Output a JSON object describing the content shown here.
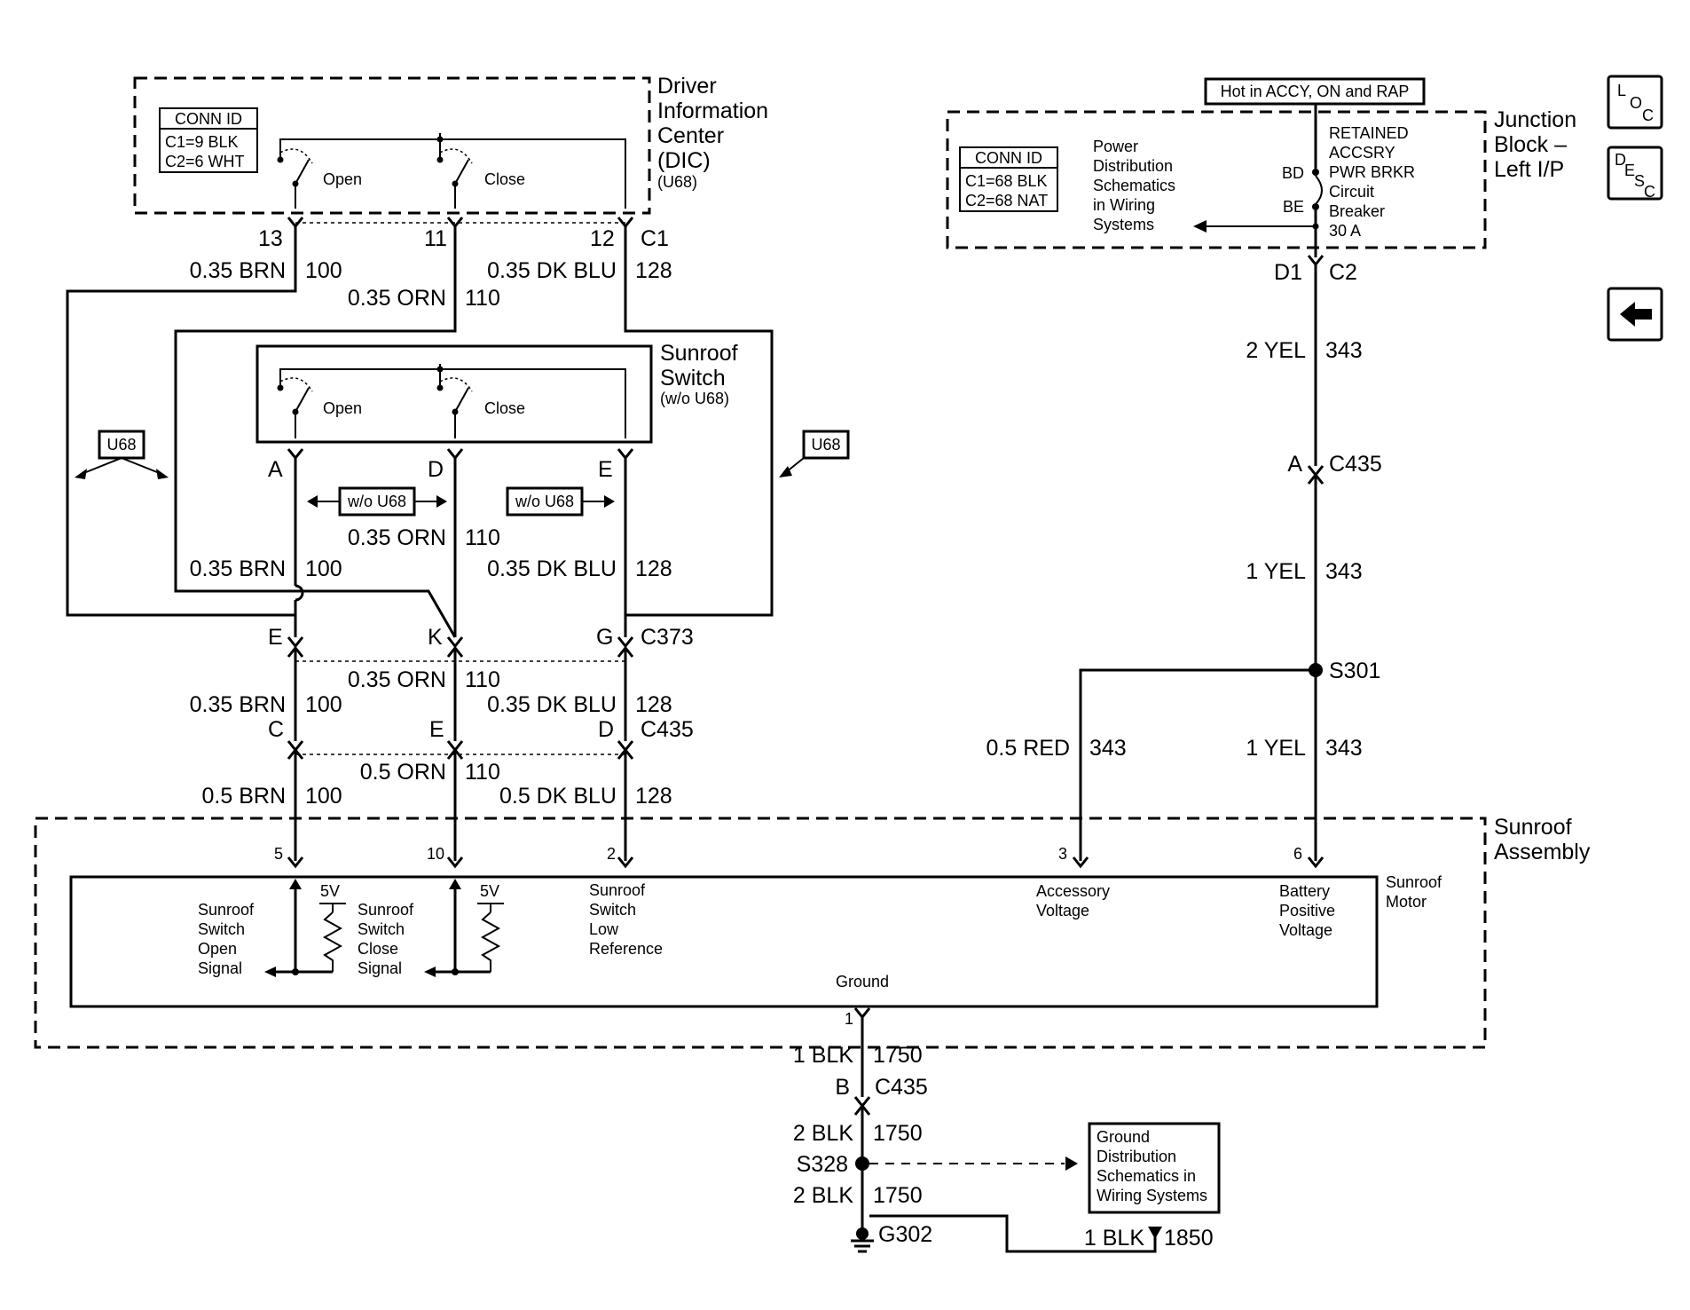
{
  "dic": {
    "title": [
      "Driver",
      "Information",
      "Center",
      "(DIC)"
    ],
    "code": "(U68)",
    "conn_header": "CONN ID",
    "conn_lines": [
      "C1=9 BLK",
      "C2=6 WHT"
    ],
    "open": "Open",
    "close": "Close"
  },
  "dic_pins": [
    "13",
    "11",
    "12",
    "C1"
  ],
  "dic_wires": [
    {
      "gauge": "0.35 BRN",
      "circuit": "100"
    },
    {
      "gauge": "0.35 ORN",
      "circuit": "110"
    },
    {
      "gauge": "0.35 DK BLU",
      "circuit": "128"
    }
  ],
  "switch": {
    "title": [
      "Sunroof",
      "Switch"
    ],
    "note": "(w/o U68)",
    "open": "Open",
    "close": "Close",
    "pins": [
      "A",
      "D",
      "E"
    ]
  },
  "u68_label": "U68",
  "wo_u68_label": "w/o U68",
  "mid_wires": [
    {
      "gauge": "0.35 ORN",
      "circuit": "110"
    },
    {
      "gauge": "0.35 BRN",
      "circuit": "100"
    },
    {
      "gauge": "0.35 DK BLU",
      "circuit": "128"
    }
  ],
  "c373": {
    "pins": [
      "E",
      "K",
      "G"
    ],
    "name": "C373"
  },
  "lower_wires": [
    {
      "gauge": "0.35 ORN",
      "circuit": "110"
    },
    {
      "gauge": "0.35 BRN",
      "circuit": "100"
    },
    {
      "gauge": "0.35 DK BLU",
      "circuit": "128"
    }
  ],
  "c435_left": {
    "pins": [
      "C",
      "E",
      "D"
    ],
    "name": "C435"
  },
  "assy_wires": [
    {
      "gauge": "0.5 ORN",
      "circuit": "110"
    },
    {
      "gauge": "0.5 BRN",
      "circuit": "100"
    },
    {
      "gauge": "0.5 DK BLU",
      "circuit": "128"
    }
  ],
  "junction": {
    "hot": "Hot in ACCY, ON and RAP",
    "title": [
      "Junction",
      "Block –",
      "Left I/P"
    ],
    "conn_header": "CONN ID",
    "conn_lines": [
      "C1=68 BLK",
      "C2=68 NAT"
    ],
    "power_dist": [
      "Power",
      "Distribution",
      "Schematics",
      "in Wiring",
      "Systems"
    ],
    "bd": "BD",
    "be": "BE",
    "breaker": [
      "RETAINED",
      "ACCSRY",
      "PWR BRKR",
      "Circuit",
      "Breaker",
      "30 A"
    ],
    "pin": "D1",
    "conn": "C2"
  },
  "right_wires": [
    {
      "gauge": "2 YEL",
      "circuit": "343"
    },
    {
      "gauge": "1 YEL",
      "circuit": "343"
    },
    {
      "gauge": "0.5 RED",
      "circuit": "343"
    },
    {
      "gauge": "1 YEL",
      "circuit": "343"
    }
  ],
  "c435_right": {
    "pin": "A",
    "name": "C435"
  },
  "splice_s301": "S301",
  "assembly": {
    "title": [
      "Sunroof",
      "Assembly"
    ],
    "motor": [
      "Sunroof",
      "Motor"
    ],
    "pins": [
      "5",
      "10",
      "2",
      "3",
      "6",
      "1"
    ],
    "v5": "5V",
    "open_sig": [
      "Sunroof",
      "Switch",
      "Open",
      "Signal"
    ],
    "close_sig": [
      "Sunroof",
      "Switch",
      "Close",
      "Signal"
    ],
    "low_ref": [
      "Sunroof",
      "Switch",
      "Low",
      "Reference"
    ],
    "acc_v": [
      "Accessory",
      "Voltage"
    ],
    "bat_v": [
      "Battery",
      "Positive",
      "Voltage"
    ],
    "ground": "Ground"
  },
  "ground_path": {
    "w1": {
      "gauge": "1 BLK",
      "circuit": "1750"
    },
    "conn_pin": "B",
    "conn": "C435",
    "w2": {
      "gauge": "2 BLK",
      "circuit": "1750"
    },
    "splice": "S328",
    "w3": {
      "gauge": "2 BLK",
      "circuit": "1750"
    },
    "ground": "G302",
    "w4": {
      "gauge": "1 BLK",
      "circuit": "1850"
    },
    "ref": [
      "Ground",
      "Distribution",
      "Schematics in",
      "Wiring Systems"
    ]
  },
  "nav": {
    "loc": [
      "L",
      "O",
      "C"
    ],
    "desc": [
      "D",
      "E",
      "S",
      "C"
    ],
    "back": "←"
  }
}
